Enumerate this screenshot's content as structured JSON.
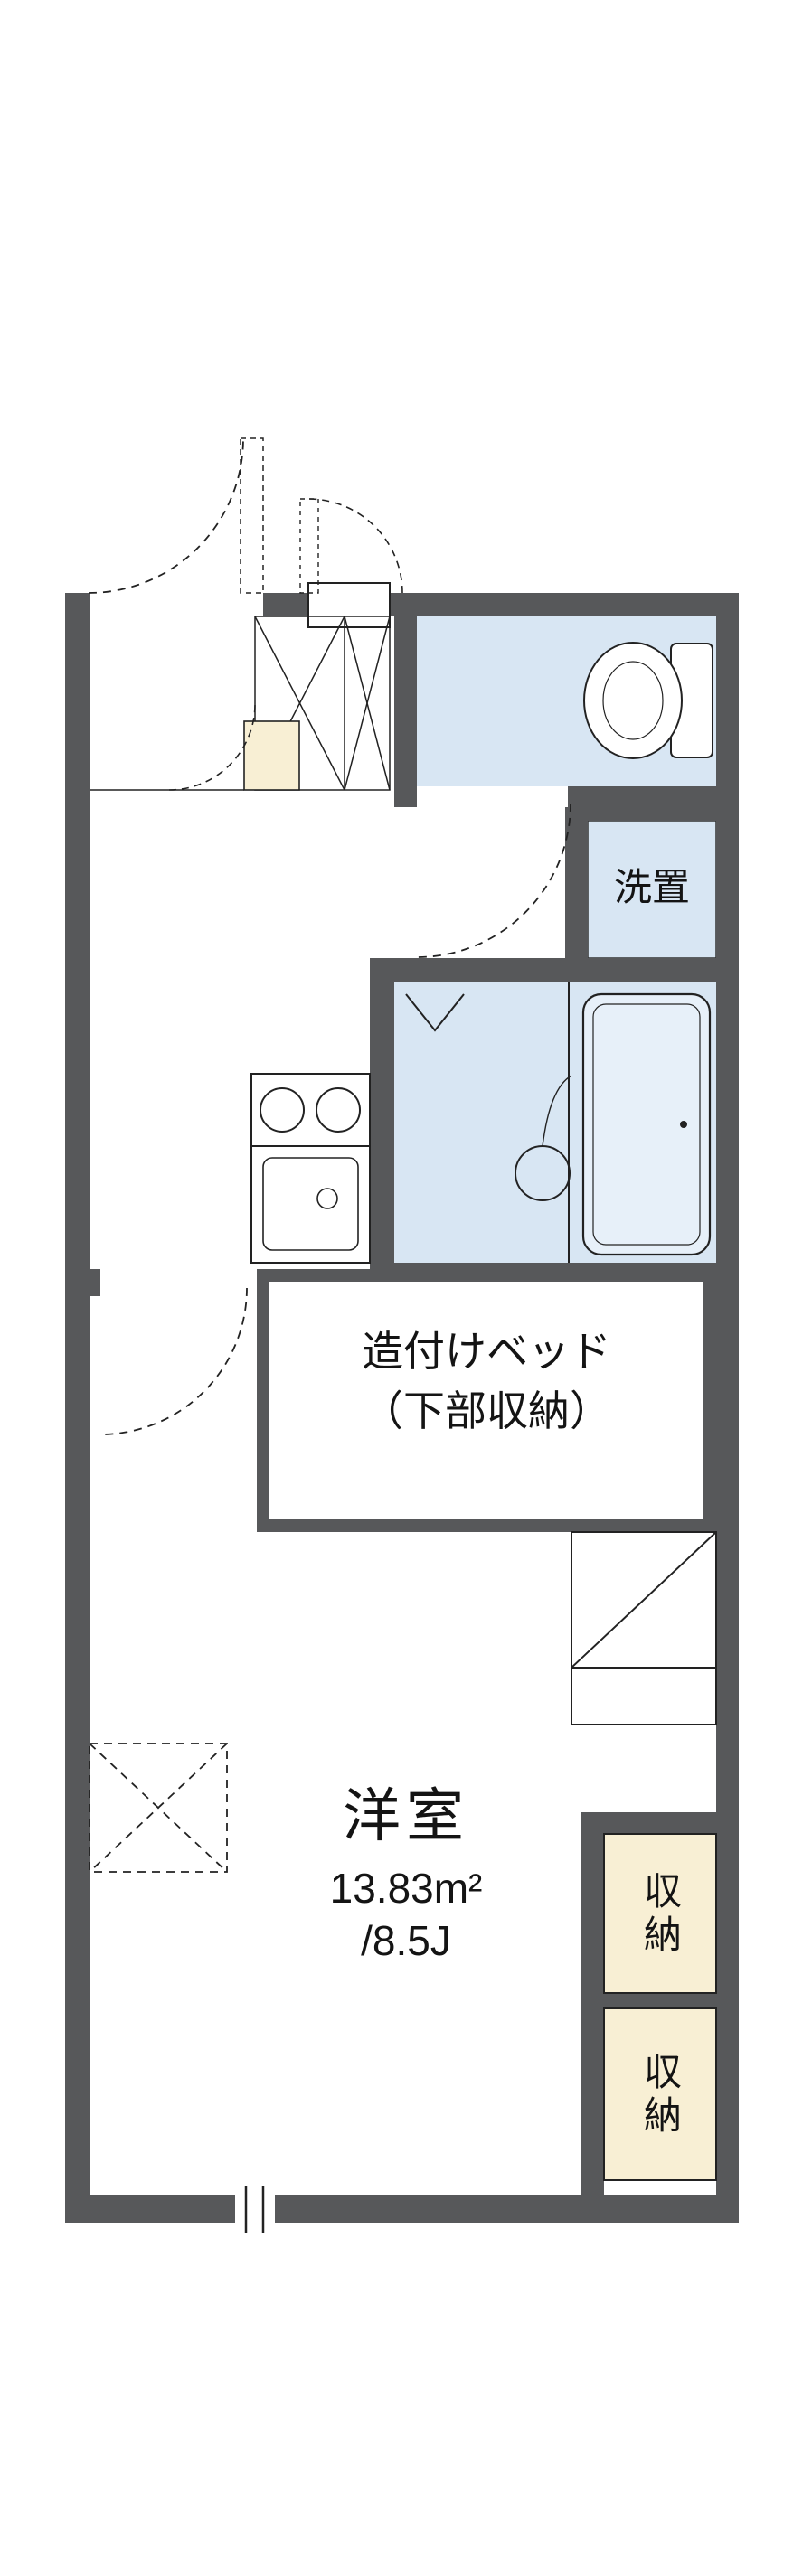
{
  "floorplan": {
    "type": "apartment-floor-plan",
    "labels": {
      "laundry": "洗置",
      "built_in_bed_line1": "造付けベッド",
      "built_in_bed_line2": "（下部収納）",
      "room_name": "洋室",
      "room_area_m2": "13.83m²",
      "room_area_tatami": "/8.5J",
      "storage_upper": "収納",
      "storage_lower": "収納"
    },
    "colors": {
      "wall": "#57585a",
      "wet_area_fill": "#d8e6f3",
      "storage_fill": "#f8efd4",
      "line": "#1c1c1c",
      "background": "#ffffff"
    },
    "icons": [
      "toilet-icon",
      "bathtub-icon",
      "washbasin-circle-icon",
      "faucet-v-icon",
      "stove-burners-icon",
      "kitchen-sink-icon",
      "door-swing-arc-icon",
      "shoe-cabinet-x-icon",
      "diagonal-void-icon",
      "window-tick-icon"
    ]
  }
}
